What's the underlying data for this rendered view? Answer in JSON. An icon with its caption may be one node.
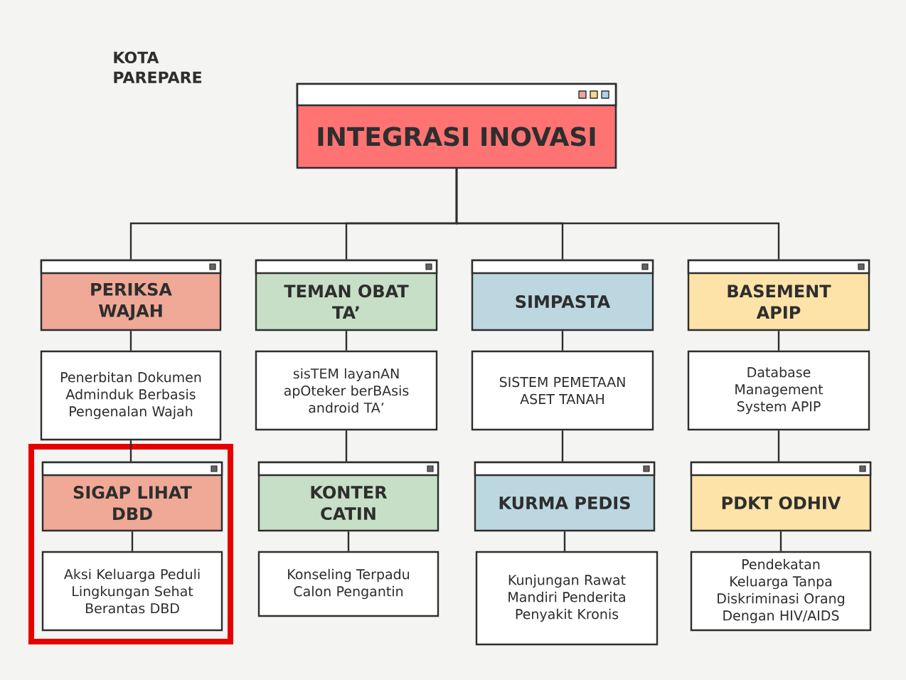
{
  "diagram": {
    "nodes": [
      {
        "text": [
          "INTEGRASI INOVASI"
        ]
      },
      {
        "text": [
          "PERIKSA WAJAH"
        ]
      },
      {
        "text": [
          "TEMAN OBAT TA’"
        ]
      },
      {
        "text": [
          "SIMPASTA"
        ]
      },
      {
        "text": [
          "BASEMENT APIP"
        ]
      },
      {
        "text": [
          "Penerbitan Dokumen Adminduk Berbasis Pengenalan Wajah"
        ]
      },
      {
        "text": [
          "sisTEM layanAN apOteker berBAsis android TA’"
        ]
      },
      {
        "text": [
          "SISTEM PEMETAAN ASET TANAH"
        ]
      },
      {
        "text": [
          "Database Management System APIP"
        ]
      },
      {
        "text": [],
        "shape": "box"
      },
      {
        "text": [
          "SIGAP LIHAT DBD"
        ],
        "in": 9
      },
      {
        "text": [
          "KONTER CATIN"
        ]
      },
      {
        "text": [
          "KURMA PEDIS"
        ]
      },
      {
        "text": [
          "PDKT ODHIV"
        ]
      },
      {
        "text": [
          "Aksi Keluarga Peduli Lingkungan Sehat Berantas DBD"
        ],
        "in": 9
      },
      {
        "text": [
          "Konseling Terpadu Calon Pengantin"
        ]
      },
      {
        "text": [
          "Kunjungan Rawat Mandiri Penderita Penyakit Kronis"
        ]
      },
      {
        "text": [
          "Pendekatan Keluarga Tanpa Diskriminasi Orang Dengan HIV/AIDS"
        ]
      }
    ],
    "edges": [
      {
        "from": 0,
        "to": 1,
        "arrow": "none"
      },
      {
        "from": 0,
        "to": 2,
        "arrow": "none"
      },
      {
        "from": 0,
        "to": 3,
        "arrow": "none"
      },
      {
        "from": 0,
        "to": 4,
        "arrow": "none"
      },
      {
        "from": 1,
        "to": 5,
        "arrow": "none"
      },
      {
        "from": 2,
        "to": 6,
        "arrow": "none"
      },
      {
        "from": 3,
        "to": 7,
        "arrow": "none"
      },
      {
        "from": 4,
        "to": 8,
        "arrow": "none"
      },
      {
        "from": 5,
        "to": 10,
        "arrow": "none"
      },
      {
        "from": 6,
        "to": 11,
        "arrow": "none"
      },
      {
        "from": 7,
        "to": 12,
        "arrow": "none"
      },
      {
        "from": 8,
        "to": 13,
        "arrow": "none"
      },
      {
        "from": 10,
        "to": 14,
        "arrow": "none"
      },
      {
        "from": 11,
        "to": 15,
        "arrow": "none"
      },
      {
        "from": 12,
        "to": 16,
        "arrow": "none"
      },
      {
        "from": 13,
        "to": 17,
        "arrow": "none"
      }
    ],
    "labels": [
      "KOTA PAREPARE"
    ]
  }
}
